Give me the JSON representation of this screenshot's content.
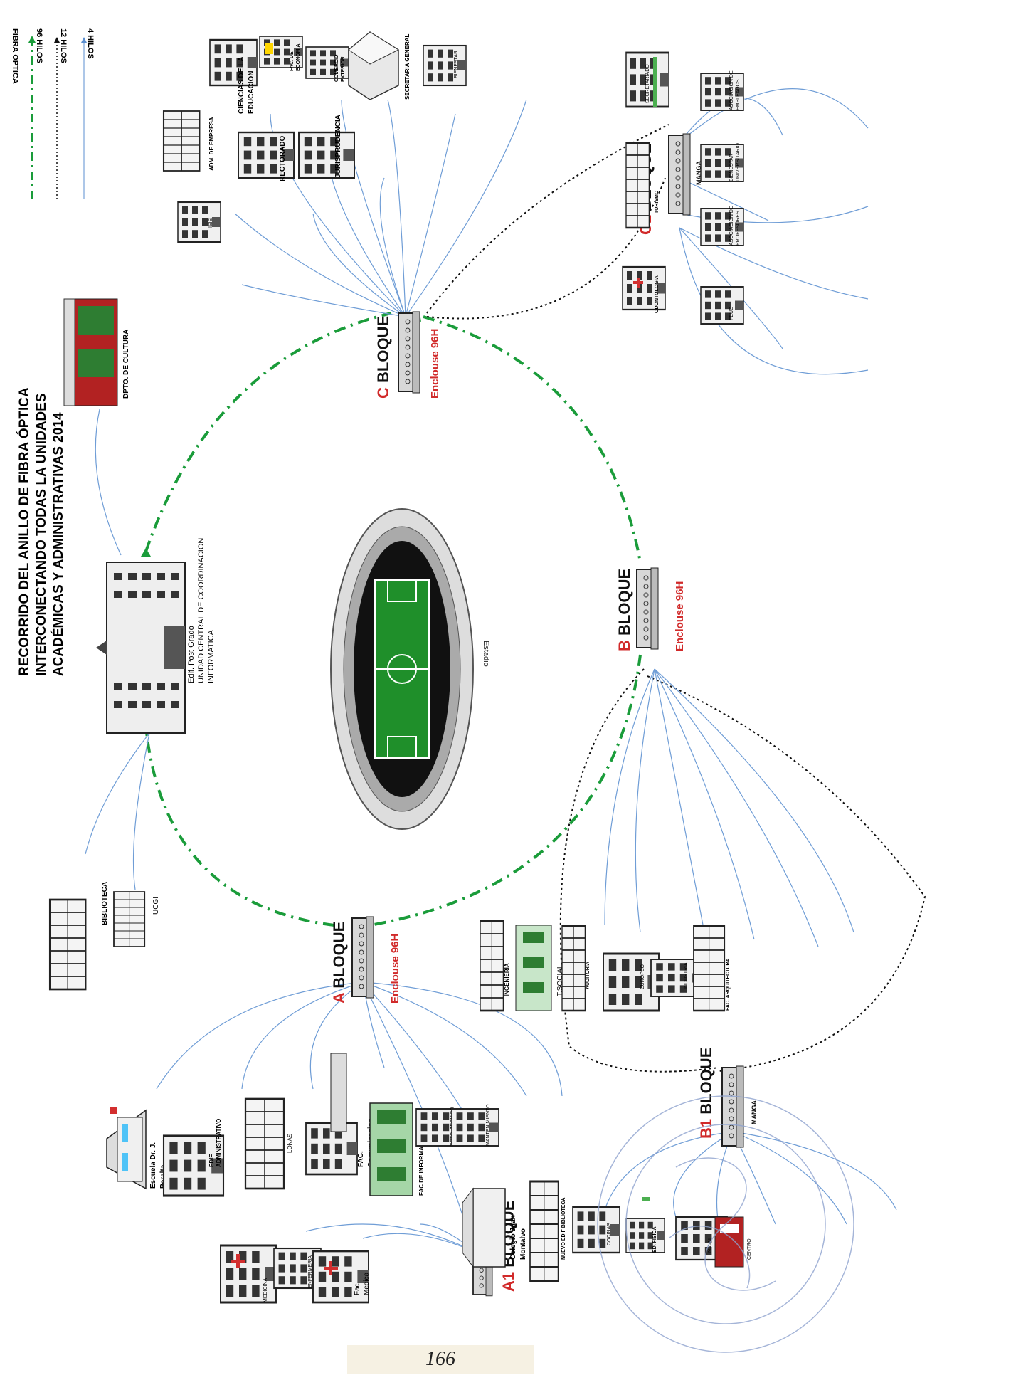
{
  "title": [
    "RECORRIDO DEL ANILLO DE FIBRA ÓPTICA",
    "INTERCONECTANDO TODAS LA UNIDADES",
    "ACADÉMICAS Y ADMINISTRATIVAS 2014"
  ],
  "legend": {
    "heading": "FIBRA OPTICA",
    "items": [
      {
        "label": "96 HILOS",
        "style": "dash-dot",
        "color": "#1a9c3a"
      },
      {
        "label": "12 HILOS",
        "style": "dotted",
        "color": "#111111"
      },
      {
        "label": "4 HILOS",
        "style": "solid",
        "color": "#5b8fd0"
      }
    ]
  },
  "center": {
    "label_lines": [
      "Edif. Post Grado",
      "UNIDAD CENTRAL DE COORDINACION",
      "INFORMATICA"
    ]
  },
  "stadium": {
    "label": "Estadio"
  },
  "blocks": {
    "a": {
      "letter": "A",
      "word": "BLOQUE",
      "enclosure": "Enclouse 96H"
    },
    "b": {
      "letter": "B",
      "word": "BLOQUE",
      "enclosure": "Enclouse 96H"
    },
    "c": {
      "letter": "C",
      "word": "BLOQUE",
      "enclosure": "Enclouse 96H"
    },
    "a1": {
      "letter": "A1",
      "word": "BLOQUE"
    },
    "b1": {
      "letter": "B1",
      "word": "BLOQUE",
      "sub": "MANGA"
    },
    "c1": {
      "letter": "C1",
      "word": "BLOQUE",
      "sub": "MANGA"
    }
  },
  "buildings": {
    "cultura": "DPTO. DE CULTURA",
    "biblioteca": "BIBLIOTECA",
    "ucgi": "UCGI",
    "adm_empresa": "ADM. DE EMPRESA",
    "ciencias": [
      "CIENCIAS DE LA",
      "EDUCACION"
    ],
    "rectorado": "RECTORADO",
    "economia": [
      "FAC. DE",
      "ECONOMIA"
    ],
    "comercio": [
      "COMERCIO",
      "EXTERIOR"
    ],
    "jurisprudencia": "JURISPRUDENCIA",
    "secretaria": "SECRETARIA GENERAL",
    "c_small1": "ISIS",
    "c_small2": "BIENESTAR",
    "secretariado": "SECRETARIADO",
    "turismo": "TURISMO",
    "odontologia": "ODONTOLOGIA",
    "asoc_empleados": [
      "ASOCIACION DE",
      "EMPLEADOS"
    ],
    "bienestar_univ": [
      "BIENESTAR",
      "UNIVERSITARIO"
    ],
    "asoc_profesores": [
      "ASOCIACION DE",
      "PROFESORES"
    ],
    "fedeuleam": "FEUE",
    "escuela": [
      "Escuela Dr. J.",
      "Peralta"
    ],
    "administrativo": [
      "EDIF.",
      "ADMINISTRATIVO"
    ],
    "lonas": "LONAS",
    "comunicacion": [
      "FAC.",
      "Comunicacion"
    ],
    "informatica": "FAC DE INFORMATICA",
    "dpto_tecnico": "DPTO. TECNICO",
    "mantenimiento": "MANTENIMIENTO",
    "medicina": "MEDICINA",
    "enfermeria": "ENFERMERIA",
    "fac_medica": [
      "Fac.",
      "Medica"
    ],
    "ingenieria": "INGENIERIA",
    "t_social": "T.SOCIAL",
    "auditoria": "AUDITORIA",
    "europeo": "EUROPEO",
    "industrial": "INDUSTRIAL",
    "arquitectura": "FAC. ARQUITECTURA",
    "colegio": [
      "Colegio Juan",
      "Montalvo"
    ],
    "nuevo_edif": "NUEVO EDIF BIBLIOTECA",
    "cocinas": "COCINAS",
    "fisica": "ED. FISICA",
    "naval": "NAVAL",
    "centro": "CENTRO"
  },
  "page_number": "166"
}
